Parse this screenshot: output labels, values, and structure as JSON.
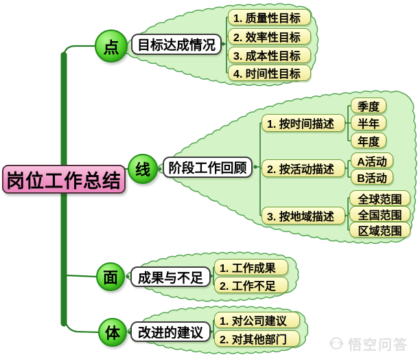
{
  "root": {
    "label": "岗位工作总结"
  },
  "branches": [
    {
      "circle": "点",
      "topic": "目标达成情况",
      "items": [
        {
          "label": "1. 质量性目标"
        },
        {
          "label": "2. 效率性目标"
        },
        {
          "label": "3. 成本性目标"
        },
        {
          "label": "4. 时间性目标"
        }
      ]
    },
    {
      "circle": "线",
      "topic": "阶段工作回顾",
      "items": [
        {
          "label": "1. 按时间描述",
          "children": [
            "季度",
            "半年",
            "年度"
          ]
        },
        {
          "label": "2. 按活动描述",
          "children": [
            "A活动",
            "B活动"
          ]
        },
        {
          "label": "3. 按地域描述",
          "children": [
            "全球范围",
            "全国范围",
            "区域范围"
          ]
        }
      ]
    },
    {
      "circle": "面",
      "topic": "成果与不足",
      "items": [
        {
          "label": "1. 工作成果"
        },
        {
          "label": "2. 工作不足"
        }
      ]
    },
    {
      "circle": "体",
      "topic": "改进的建议",
      "items": [
        {
          "label": "1. 对公司建议"
        },
        {
          "label": "2. 对其他部门"
        }
      ]
    }
  ],
  "watermark": {
    "text": "悟空问答"
  },
  "colors": {
    "cloud_fill": "#d4f3c6",
    "cloud_stroke": "#58a758",
    "yellow_fill": "#f6f0ab",
    "yellow_border": "#6e9b3a",
    "circle_green": "#55d52e",
    "root_pink": "#ef90c3",
    "root_border": "#53313f",
    "trunk_green": "#267e26",
    "connector_green": "#2e7d32"
  }
}
